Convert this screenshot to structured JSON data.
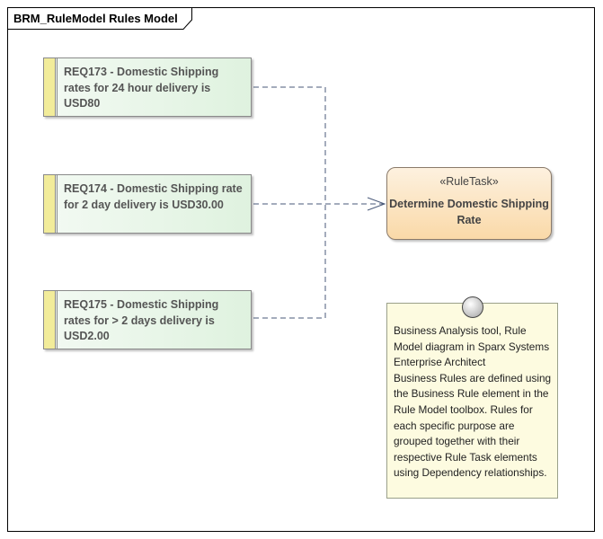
{
  "frame": {
    "title": "BRM_RuleModel Rules Model"
  },
  "requirements": [
    {
      "text": "REQ173 -  Domestic Shipping rates for 24 hour delivery is USD80"
    },
    {
      "text": "REQ174 - Domestic Shipping rate for 2 day delivery is USD30.00"
    },
    {
      "text": "REQ175 -  Domestic Shipping rates for > 2 days delivery is USD2.00"
    }
  ],
  "rule_task": {
    "stereotype": "«RuleTask»",
    "name": "Determine Domestic Shipping Rate"
  },
  "note": {
    "text": "Business Analysis tool, Rule Model diagram in Sparx Systems Enterprise Architect\nBusiness Rules are defined using the Business Rule element in the Rule Model toolbox. Rules for each specific purpose are grouped together with their respective Rule Task elements using Dependency relationships."
  },
  "colors": {
    "requirement_fill": "#dff2df",
    "requirement_bar": "#f2ec9a",
    "rule_task_fill": "#fad9a8",
    "note_fill": "#fdfbe0",
    "connector": "#4a5a7a"
  }
}
